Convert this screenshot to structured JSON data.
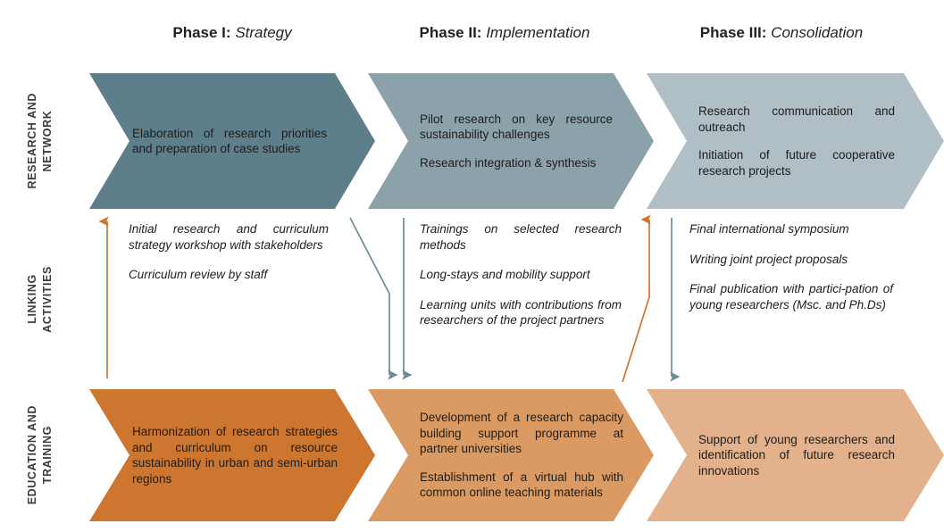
{
  "palette": {
    "row1_phase1": "#5e7e8c",
    "row1_phase2": "#8ba2ab",
    "row1_phase3": "#b0bec5",
    "row3_phase1": "#cd7630",
    "row3_phase2": "#dc9a63",
    "row3_phase3": "#e3b28c",
    "arrow_orange": "#d2762f",
    "arrow_blue": "#6e8b98",
    "text_dark": "#1d1d1b",
    "label_grey": "#3b3b3b",
    "background": "#ffffff"
  },
  "headers": [
    {
      "num": "Phase I:",
      "name": "Strategy"
    },
    {
      "num": "Phase II:",
      "name": "Implementation"
    },
    {
      "num": "Phase III:",
      "name": "Consolidation"
    }
  ],
  "rows": [
    {
      "label": "RESEARCH AND\nNETWORK",
      "label_line1": "RESEARCH AND",
      "label_line2": "NETWORK",
      "cells": [
        {
          "paragraphs": [
            "Elaboration of research priorities and preparation of case studies"
          ]
        },
        {
          "paragraphs": [
            "Pilot research on key resource sustainability challenges",
            "Research integration & synthesis"
          ]
        },
        {
          "paragraphs": [
            "Research communication and outreach",
            "Initiation of future cooperative research projects"
          ]
        }
      ]
    },
    {
      "label": "LINKING\nACTIVITIES",
      "label_line1": "LINKING",
      "label_line2": "ACTIVITIES",
      "cells": [
        {
          "paragraphs": [
            "Initial research and curriculum strategy workshop with stakeholders",
            "Curriculum review by staff"
          ]
        },
        {
          "paragraphs": [
            "Trainings on selected research methods",
            "Long-stays and mobility support",
            "Learning units with contributions from researchers of the project partners"
          ]
        },
        {
          "paragraphs": [
            "Final international symposium",
            "Writing joint project proposals",
            "Final publication with partici-pation of young researchers (Msc. and Ph.Ds)"
          ]
        }
      ]
    },
    {
      "label": "EDUCATION AND\nTRAINING",
      "label_line1": "EDUCATION AND",
      "label_line2": "TRAINING",
      "cells": [
        {
          "paragraphs": [
            "Harmonization of research strategies and curriculum on resource sustainability in urban and semi-urban regions"
          ]
        },
        {
          "paragraphs": [
            "Development of a research capacity building support programme at partner universities",
            "Establishment of a virtual hub with common online teaching materials"
          ]
        },
        {
          "paragraphs": [
            "Support of young researchers and identification of future research innovations"
          ]
        }
      ]
    }
  ],
  "arrows": [
    {
      "name": "arrow-up-orange-phase1",
      "direction": "up",
      "color": "orange",
      "shape": "straight"
    },
    {
      "name": "arrow-down-blue-bent-phase1-to-phase2",
      "direction": "down",
      "color": "blue",
      "shape": "bent"
    },
    {
      "name": "arrow-down-blue-straight-phase2",
      "direction": "down",
      "color": "blue",
      "shape": "straight"
    },
    {
      "name": "arrow-up-orange-bent-phase2-to-phase3",
      "direction": "up",
      "color": "orange",
      "shape": "bent"
    },
    {
      "name": "arrow-down-blue-straight-phase3",
      "direction": "down",
      "color": "blue",
      "shape": "straight"
    }
  ]
}
